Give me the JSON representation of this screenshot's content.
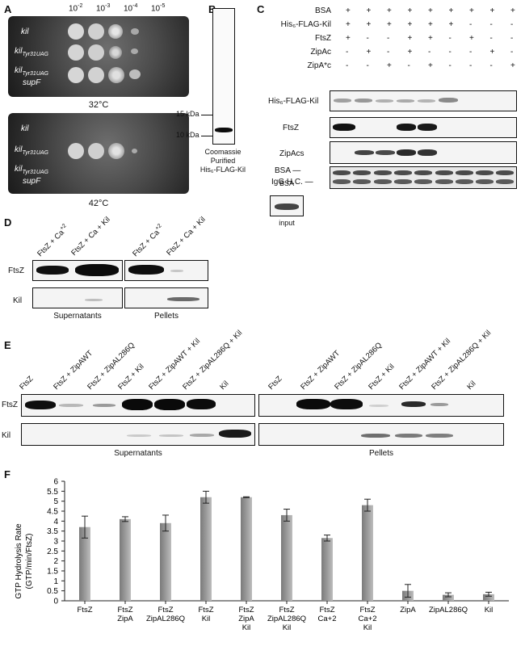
{
  "panelA": {
    "label": "A",
    "dilutions": [
      "10",
      "10",
      "10",
      "10"
    ],
    "exponents": [
      "-2",
      "-3",
      "-4",
      "-5"
    ],
    "rows": [
      {
        "main": "kil",
        "sub": "",
        "extra": ""
      },
      {
        "main": "kil",
        "sub": "Tyr31UAG",
        "extra": ""
      },
      {
        "main": "kil",
        "sub": "Tyr31UAG",
        "extra": "supF"
      }
    ],
    "temp_top": "32°C",
    "temp_bottom": "42°C"
  },
  "panelB": {
    "label": "B",
    "marker_15": "15 kDa",
    "marker_10": "10 kDa",
    "caption_line1": "Coomassie",
    "caption_line2": "Purified",
    "caption_line3": "His₆-FLAG-Kil"
  },
  "panelC": {
    "label": "C",
    "row_labels": [
      "BSA",
      "His₆-FLAG-Kil",
      "FtsZ",
      "ZipAc",
      "ZipA*c"
    ],
    "matrix": [
      [
        "+",
        "+",
        "+",
        "+",
        "+",
        "+",
        "+",
        "+",
        "+"
      ],
      [
        "+",
        "+",
        "+",
        "+",
        "+",
        "+",
        "-",
        "-",
        "-"
      ],
      [
        "+",
        "-",
        "-",
        "+",
        "+",
        "-",
        "+",
        "-",
        "-"
      ],
      [
        "-",
        "+",
        "-",
        "+",
        "-",
        "-",
        "-",
        "+",
        "-"
      ],
      [
        "-",
        "-",
        "+",
        "-",
        "+",
        "-",
        "-",
        "-",
        "+"
      ]
    ],
    "blot_labels": [
      "His₆-FLAG-Kil",
      "FtsZ",
      "ZipAcs",
      "BSA",
      "IgG H.C."
    ],
    "input_label_1": "BSA",
    "input_label_2": "input"
  },
  "panelD": {
    "label": "D",
    "lanes": [
      "FtsZ + Ca",
      "FtsZ + Ca + Kil",
      "FtsZ + Ca",
      "FtsZ + Ca + Kil"
    ],
    "lane_sup": "+2",
    "row_labels": [
      "FtsZ",
      "Kil"
    ],
    "captions": [
      "Supernatants",
      "Pellets"
    ]
  },
  "panelE": {
    "label": "E",
    "lanes_left": [
      "FtsZ",
      "FtsZ + ZipAWT",
      "FtsZ + ZipAL286Q",
      "FtsZ + Kil",
      "FtsZ + ZipAWT + Kil",
      "FtsZ + ZipAL286Q + Kil",
      "Kil"
    ],
    "lanes_right": [
      "FtsZ",
      "FtsZ + ZipAWT",
      "FtsZ + ZipAL286Q",
      "FtsZ + Kil",
      "FtsZ + ZipAWT + Kil",
      "FtsZ + ZipAL286Q + Kil",
      "Kil"
    ],
    "row_labels": [
      "FtsZ",
      "Kil"
    ],
    "captions": [
      "Supernatants",
      "Pellets"
    ]
  },
  "panelF": {
    "label": "F",
    "ylabel_1": "GTP Hydrolysis Rate",
    "ylabel_2": "(GTP/min/FtsZ)"
  },
  "chart_data": {
    "type": "bar",
    "categories": [
      "FtsZ",
      "FtsZ ZipA",
      "FtsZ ZipAL286Q",
      "FtsZ Kil",
      "FtsZ ZipA Kil",
      "FtsZ ZipAL286Q Kil",
      "FtsZ Ca+2",
      "FtsZ Ca+2 Kil",
      "ZipA",
      "ZipAL286Q",
      "Kil"
    ],
    "category_lines": [
      [
        "FtsZ"
      ],
      [
        "FtsZ",
        "ZipA"
      ],
      [
        "FtsZ",
        "ZipAL286Q"
      ],
      [
        "FtsZ",
        "Kil"
      ],
      [
        "FtsZ",
        "ZipA",
        "Kil"
      ],
      [
        "FtsZ",
        "ZipAL286Q",
        "Kil"
      ],
      [
        "FtsZ",
        "Ca+2"
      ],
      [
        "FtsZ",
        "Ca+2",
        "Kil"
      ],
      [
        "ZipA"
      ],
      [
        "ZipAL286Q"
      ],
      [
        "Kil"
      ]
    ],
    "values": [
      3.7,
      4.1,
      3.9,
      5.2,
      5.2,
      4.3,
      3.15,
      4.8,
      0.5,
      0.3,
      0.33
    ],
    "errors": [
      0.55,
      0.12,
      0.4,
      0.3,
      0.02,
      0.3,
      0.15,
      0.3,
      0.32,
      0.1,
      0.1
    ],
    "title": "",
    "xlabel": "",
    "ylabel": "GTP Hydrolysis Rate (GTP/min/FtsZ)",
    "ylim": [
      0,
      6
    ],
    "yticks": [
      "0",
      "0.5",
      "1",
      "1.5",
      "2",
      "2.5",
      "3",
      "3.5",
      "4",
      "4.5",
      "5",
      "5.5",
      "6"
    ],
    "grid": false,
    "bar_color": "#9a9a9a"
  }
}
